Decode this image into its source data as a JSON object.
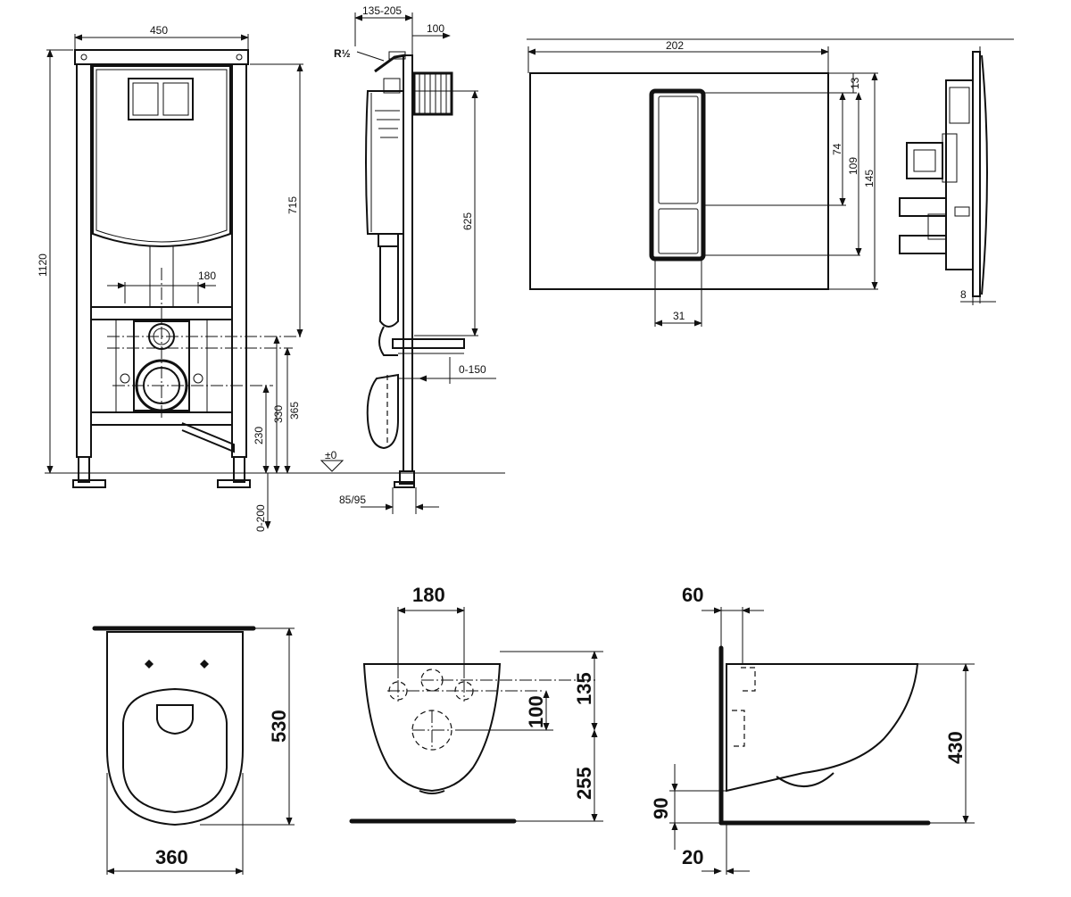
{
  "frame_views": {
    "front_width": "450",
    "total_height": "1120",
    "upper_height": "715",
    "pipe_spacing": "180",
    "drain_height_1": "365",
    "drain_height_2": "330",
    "drain_height_3": "230",
    "foot_adjust": "0-200",
    "side_depth": "135-205",
    "side_offset": "100",
    "water_inlet": "R½",
    "cistern_height": "625",
    "side_adjust": "0-150",
    "floor_mark": "±0",
    "foot_depth": "85/95"
  },
  "flush_plate": {
    "width": "202",
    "button_top": "13",
    "button_large": "74",
    "button_total": "109",
    "height": "145",
    "button_width": "31",
    "thickness": "8"
  },
  "toilet": {
    "bowl_length": "530",
    "bowl_width": "360",
    "bolt_spacing": "180",
    "bolt_offset": "100",
    "inlet_height": "135",
    "outlet_height": "255",
    "wall_gap": "60",
    "height": "430",
    "base_height": "90",
    "base_offset": "20"
  },
  "colors": {
    "line": "#111111",
    "background": "#ffffff"
  }
}
